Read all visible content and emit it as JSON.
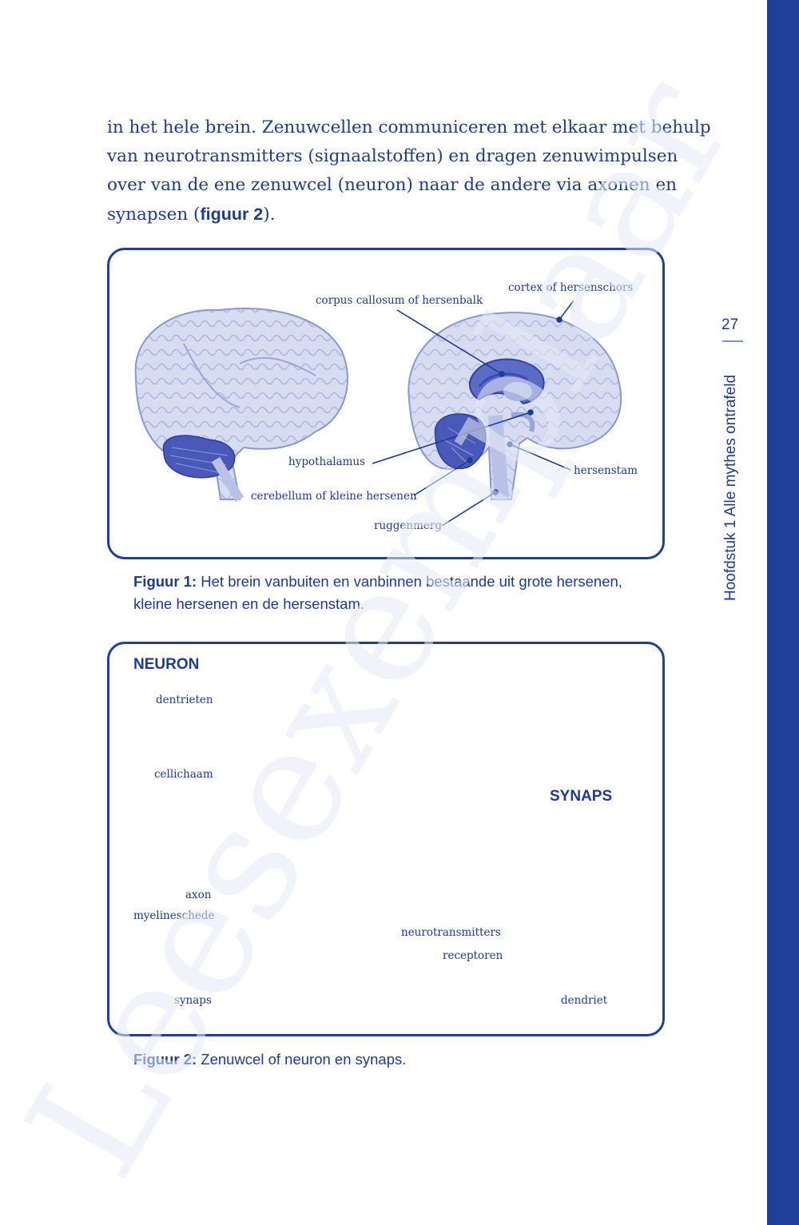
{
  "page": {
    "number": "27",
    "running_head": "Hoofdstuk 1  Alle mythes ontrafeld",
    "watermark": "Leesexemplaar"
  },
  "body_text": {
    "line1": "in het hele brein. Zenuwcellen communiceren met elkaar met behulp",
    "line2": "van neurotransmitters (signaalstoffen) en dragen zenuwimpulsen",
    "line3": "over van de ene zenuwcel (neuron) naar de andere via axonen en",
    "line4_pre": "synapsen (",
    "line4_ref": "figuur 2",
    "line4_post": ")."
  },
  "figure1": {
    "labels": {
      "corpus_callosum": "corpus callosum of hersenbalk",
      "cortex": "cortex of hersenschors",
      "hypothalamus": "hypothalamus",
      "hersenstam": "hersenstam",
      "cerebellum": "cerebellum of kleine hersenen",
      "ruggenmerg": "ruggenmerg"
    },
    "caption_label": "Figuur 1:",
    "caption_line1": "Het brein vanbuiten en vanbinnen bestaande uit grote hersenen,",
    "caption_line2": "kleine hersenen en de hersenstam."
  },
  "figure2": {
    "neuron_title": "NEURON",
    "synaps_title": "SYNAPS",
    "labels": {
      "dentrieten": "dentrieten",
      "cellichaam": "cellichaam",
      "axon": "axon",
      "myelineschede": "myelineschede",
      "synaps": "synaps",
      "synapse_axon": "axon",
      "neurotransmitters": "neurotransmitters",
      "receptoren": "receptoren",
      "dendriet": "dendriet"
    },
    "caption_label": "Figuur 2:",
    "caption_text": "Zenuwcel of neuron en synaps."
  },
  "colors": {
    "brand_blue": "#1f3f99",
    "text_blue": "#1f3a93",
    "light_blue": "#d4d9ef",
    "mid_blue": "#7d8bd0"
  }
}
